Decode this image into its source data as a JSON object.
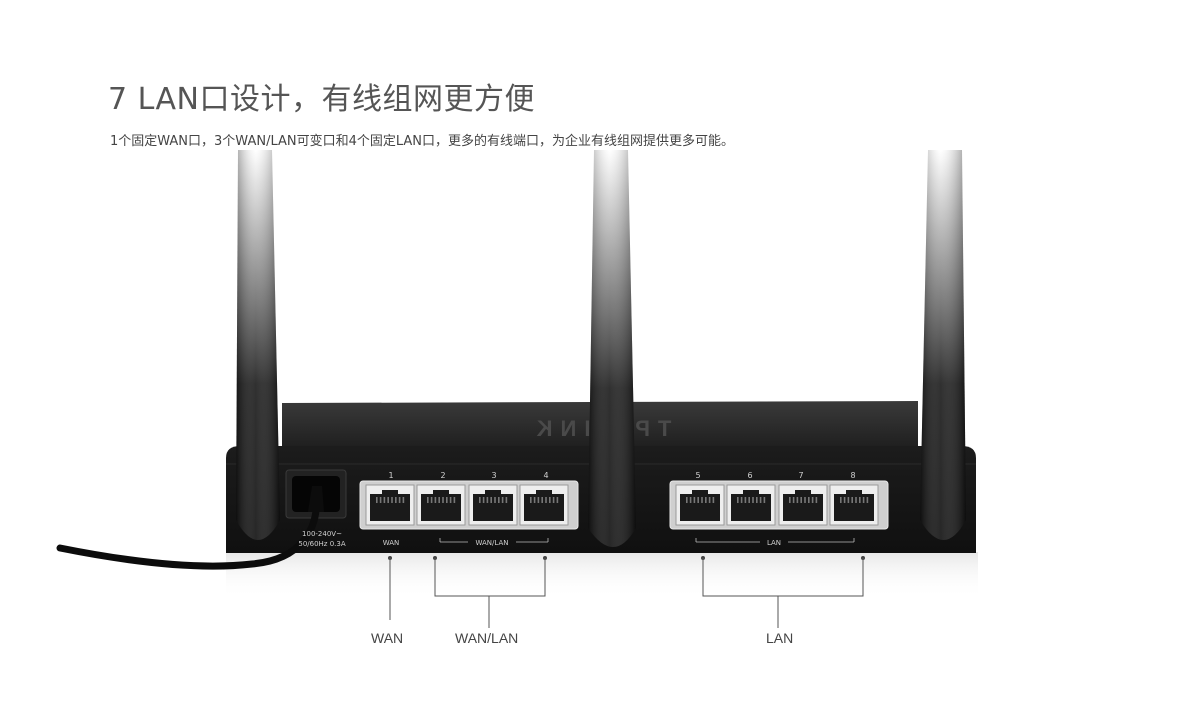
{
  "page": {
    "headline": "7 LAN口设计，有线组网更方便",
    "subline": "1个固定WAN口，3个WAN/LAN可变口和4个固定LAN口，更多的有线端口，为企业有线组网提供更多可能。"
  },
  "router": {
    "brand_text": "TP-LINK",
    "power_rating_line1": "100-240V~",
    "power_rating_line2": "50/60Hz 0.3A",
    "port_numbers": [
      "1",
      "2",
      "3",
      "4",
      "5",
      "6",
      "7",
      "8"
    ],
    "panel_labels": {
      "wan": "WAN",
      "wan_lan": "WAN/LAN",
      "lan": "LAN"
    }
  },
  "callouts": {
    "wan": "WAN",
    "wan_lan": "WAN/LAN",
    "lan": "LAN"
  }
}
